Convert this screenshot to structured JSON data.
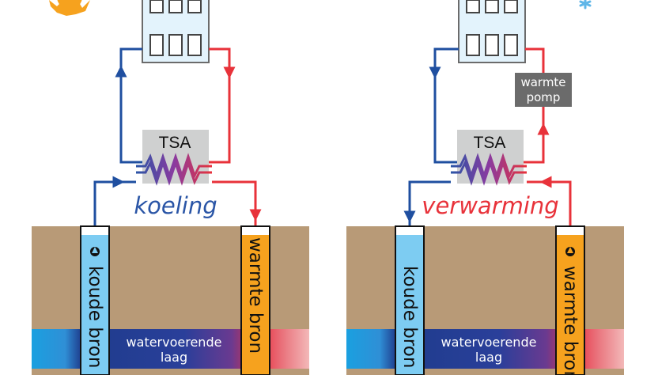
{
  "colors": {
    "cold": "#1f4fa0",
    "warm": "#e8323a",
    "ground": "#b89a77",
    "cold_well": "#7dccf2",
    "warm_well": "#f6a21e",
    "tsa_box": "#cfd0d0",
    "heat_pump_box": "#6b6b6b",
    "sun": "#f6a21e",
    "snow": "#5fb6e8"
  },
  "left_panel": {
    "season_icon": "sun-icon",
    "mode_label": "koeling",
    "mode_color": "#2a55a6",
    "tsa_label": "TSA",
    "cold_well_label": "koude bron",
    "warm_well_label": "warmte bron",
    "aquifer_label_1": "watervoerende",
    "aquifer_label_2": "laag"
  },
  "right_panel": {
    "season_icon": "snowflake-icon",
    "mode_label": "verwarming",
    "mode_color": "#e8323a",
    "tsa_label": "TSA",
    "heat_pump_label_1": "warmte",
    "heat_pump_label_2": "pomp",
    "cold_well_label": "koude bron",
    "warm_well_label": "warmte bron",
    "aquifer_label_1": "watervoerende",
    "aquifer_label_2": "laag"
  }
}
